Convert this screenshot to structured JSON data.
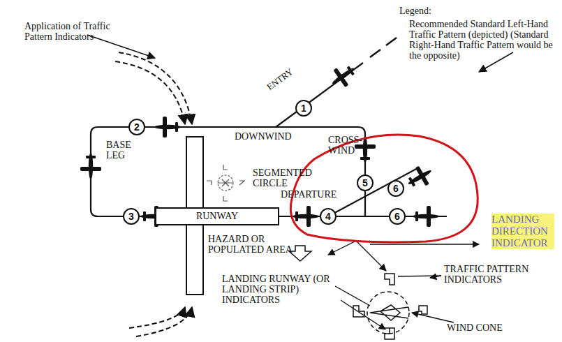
{
  "diagram": {
    "nodes": [
      {
        "text": [
          "1"
        ]
      },
      {
        "text": [
          "2"
        ]
      },
      {
        "text": [
          "3"
        ]
      },
      {
        "text": [
          "RUNWAY"
        ]
      },
      {
        "text": [
          "4"
        ]
      },
      {
        "text": [
          "5"
        ]
      },
      {
        "text": [
          "6"
        ]
      },
      {
        "text": [
          "6"
        ]
      }
    ],
    "labels": [
      "Legend:",
      "Application of Traffic Pattern Indicators",
      "ENTRY",
      "DOWNWIND",
      "CROSS- WIND",
      "BASE LEG",
      "SEGMENTED CIRCLE",
      "DEPARTURE",
      "HAZARD OR POPULATED AREA",
      "LANDING RUNWAY (OR LANDING STRIP) INDICATORS",
      "LANDING DIRECTION INDICATOR",
      "TRAFFIC PATTERN INDICATORS",
      "WIND CONE"
    ],
    "legend": [
      {
        "text": "Recommended Standard Left-Hand Traffic Pattern (depicted) (Standard Right-Hand Traffic Pattern would be the opposite)"
      }
    ]
  }
}
